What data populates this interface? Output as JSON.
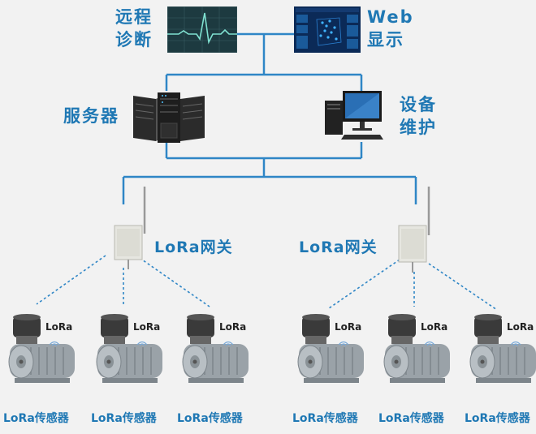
{
  "labels": {
    "remote_diagnosis": [
      "远程",
      "诊断"
    ],
    "web_display": [
      "Web",
      "显示"
    ],
    "server": "服务器",
    "maintenance": [
      "设备",
      "维护"
    ],
    "gateway_left": "LoRa网关",
    "gateway_right": "LoRa网关",
    "sensor": "LoRa传感器",
    "lora_logo": "LoRa"
  },
  "sensors": [
    {
      "label": "LoRa传感器"
    },
    {
      "label": "LoRa传感器"
    },
    {
      "label": "LoRa传感器"
    },
    {
      "label": "LoRa传感器"
    },
    {
      "label": "LoRa传感器"
    },
    {
      "label": "LoRa传感器"
    }
  ],
  "colors": {
    "line": "#2f86c6",
    "label": "#1f78b4",
    "background": "#f2f2f2",
    "monitor_bg": "#1d3a40",
    "waveform": "#7fe0d0",
    "dashboard_bg": "#0b2a57"
  },
  "icons": [
    "ecg-monitor-icon",
    "web-dashboard-icon",
    "server-rack-icon",
    "desktop-computer-icon",
    "gateway-antenna-icon",
    "motor-sensor-icon",
    "wifi-signal-icon"
  ]
}
